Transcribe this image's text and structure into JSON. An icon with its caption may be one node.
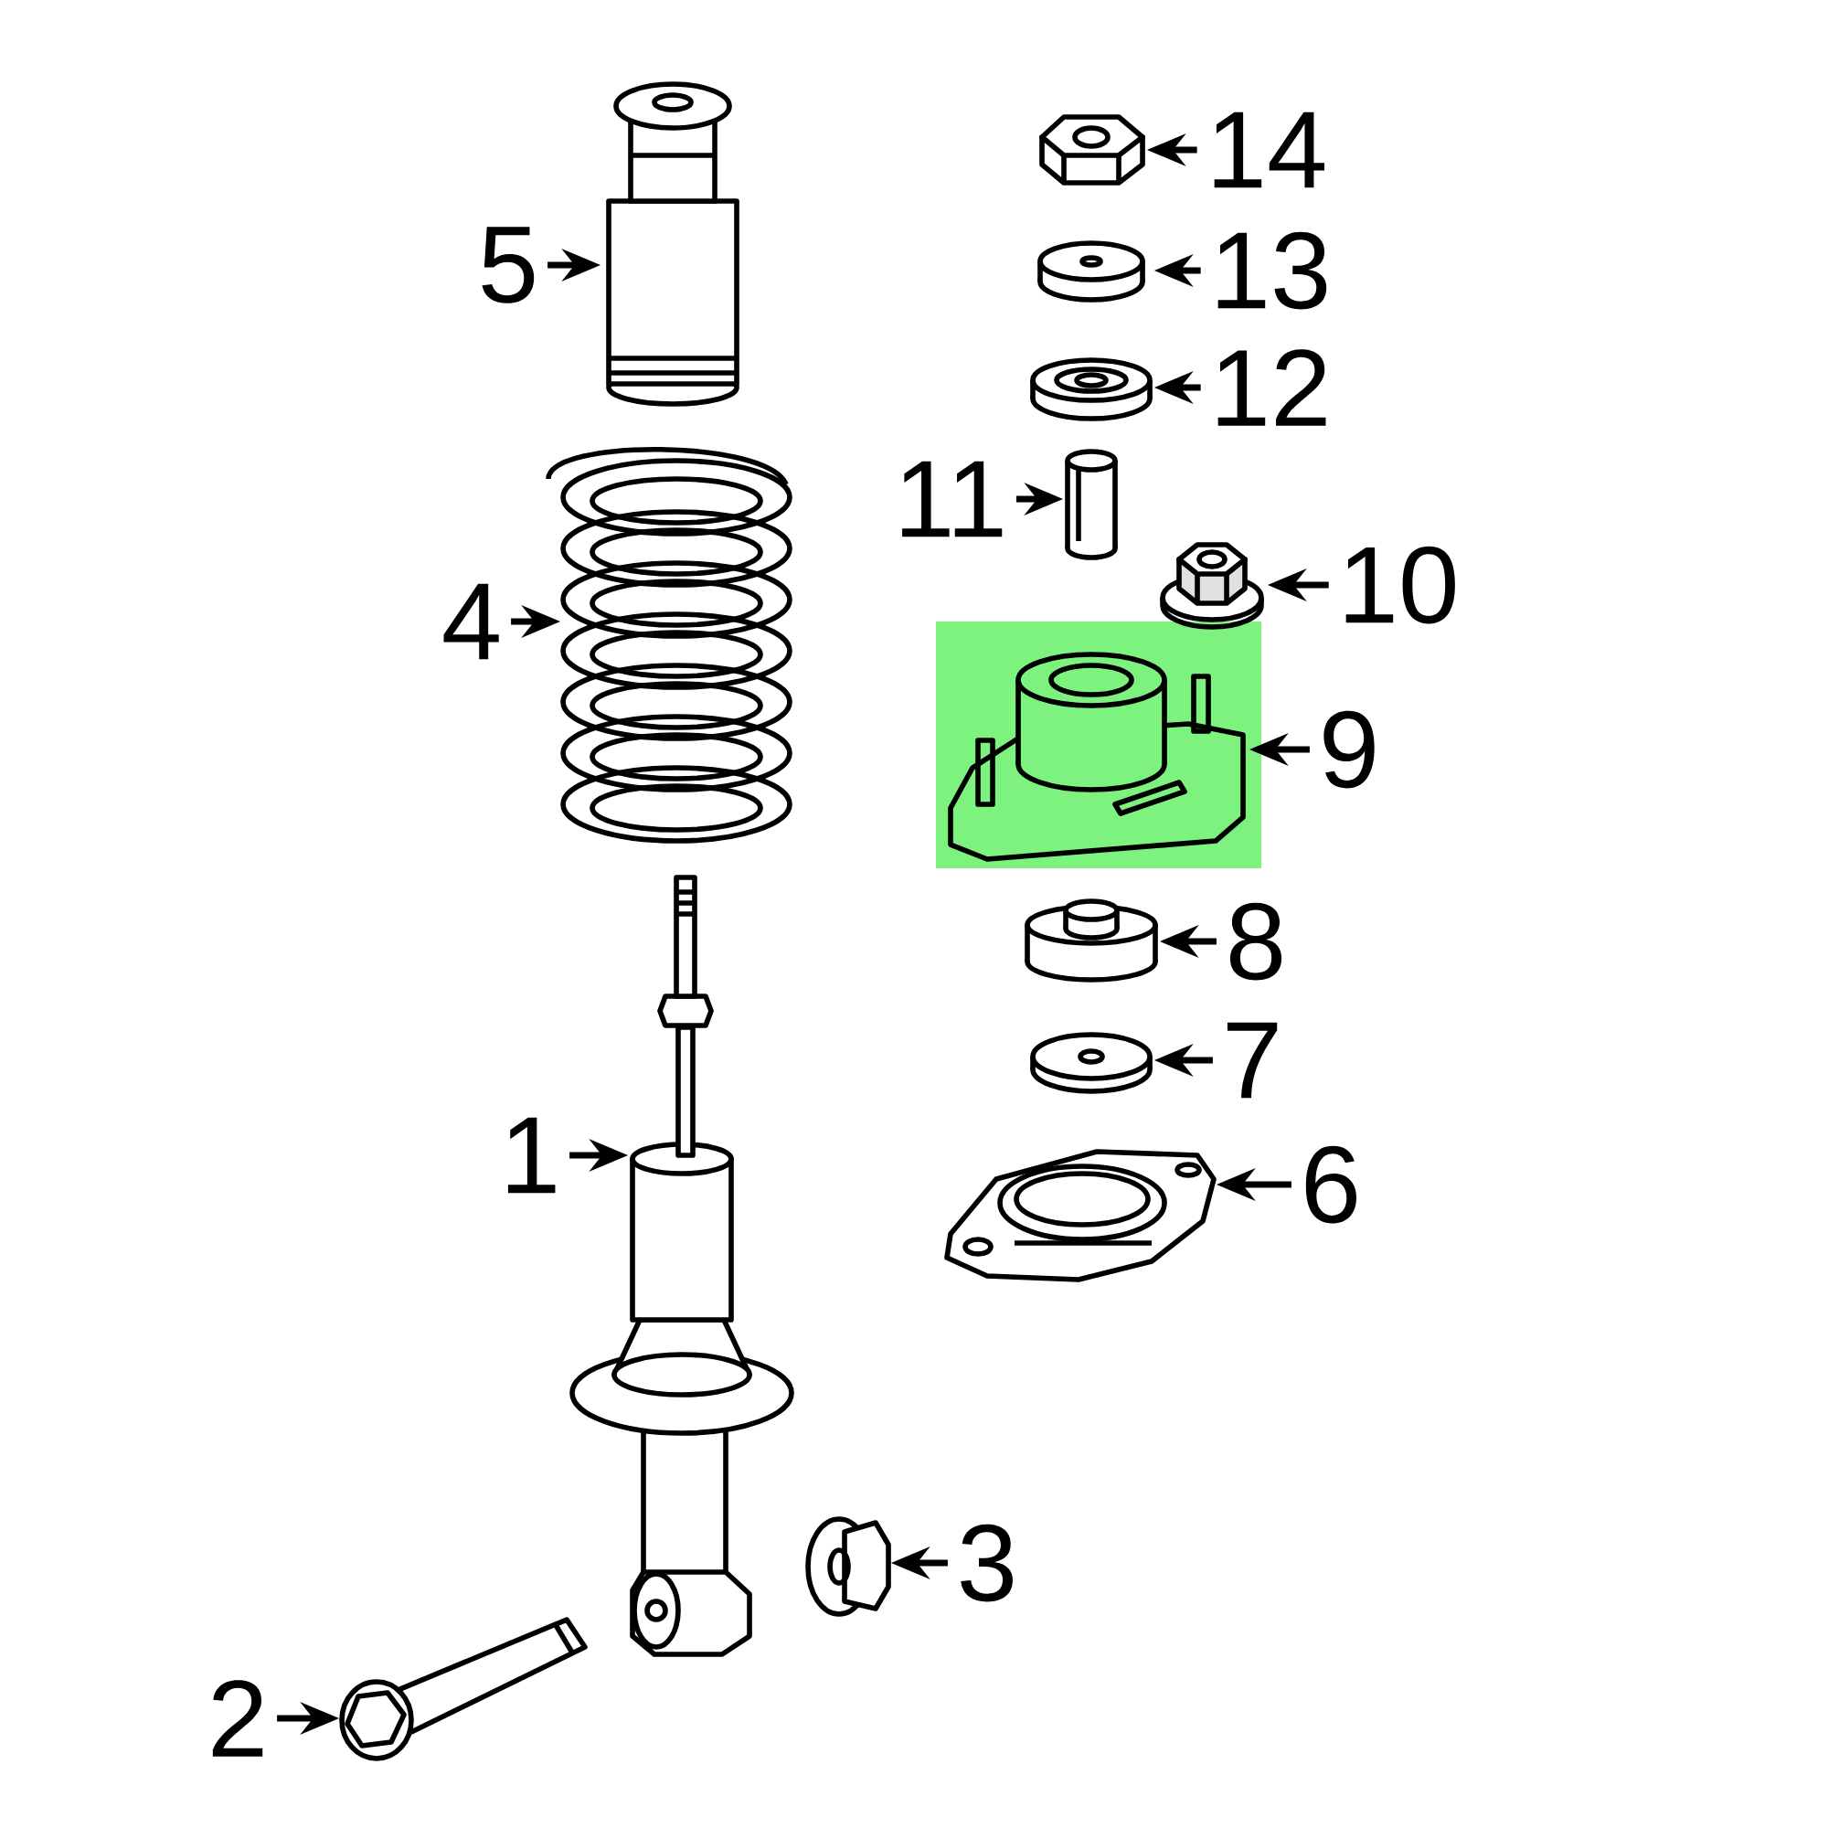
{
  "diagram": {
    "nodes": [
      {
        "text": [
          "1"
        ]
      },
      {
        "text": [
          "2"
        ]
      },
      {
        "text": [
          "3"
        ]
      },
      {
        "text": [
          "4"
        ]
      },
      {
        "text": [
          "5"
        ]
      },
      {
        "text": [
          "6"
        ]
      },
      {
        "text": [
          "7"
        ]
      },
      {
        "text": [
          "8"
        ]
      },
      {
        "text": [
          "9"
        ]
      },
      {
        "text": [
          "10"
        ]
      },
      {
        "text": [
          "11"
        ]
      },
      {
        "text": [
          "12"
        ]
      },
      {
        "text": [
          "13"
        ]
      },
      {
        "text": [
          "14"
        ]
      },
      {
        "text": [],
        "shape": "picture"
      },
      {
        "text": [],
        "shape": "picture"
      },
      {
        "text": [],
        "shape": "picture"
      },
      {
        "text": [],
        "shape": "picture"
      },
      {
        "text": [],
        "shape": "picture"
      },
      {
        "text": [],
        "shape": "picture"
      },
      {
        "text": [],
        "shape": "picture"
      },
      {
        "text": [],
        "shape": "picture"
      },
      {
        "text": [],
        "shape": "picture"
      },
      {
        "text": [],
        "shape": "picture"
      },
      {
        "text": [],
        "shape": "picture"
      },
      {
        "text": [],
        "shape": "picture"
      },
      {
        "text": [],
        "shape": "picture"
      },
      {
        "text": [],
        "shape": "picture"
      }
    ],
    "edges": [
      {
        "from": 0,
        "to": 14,
        "arrow": "to"
      },
      {
        "from": 1,
        "to": 15,
        "arrow": "to"
      },
      {
        "from": 2,
        "to": 16,
        "arrow": "to"
      },
      {
        "from": 3,
        "to": 17,
        "arrow": "to"
      },
      {
        "from": 4,
        "to": 18,
        "arrow": "to"
      },
      {
        "from": 5,
        "to": 19,
        "arrow": "to"
      },
      {
        "from": 6,
        "to": 20,
        "arrow": "to"
      },
      {
        "from": 7,
        "to": 21,
        "arrow": "to"
      },
      {
        "from": 8,
        "to": 22,
        "arrow": "to"
      },
      {
        "from": 9,
        "to": 23,
        "arrow": "to"
      },
      {
        "from": 10,
        "to": 24,
        "arrow": "to"
      },
      {
        "from": 11,
        "to": 25,
        "arrow": "to"
      },
      {
        "from": 12,
        "to": 26,
        "arrow": "to"
      },
      {
        "from": 13,
        "to": 27,
        "arrow": "to"
      }
    ]
  }
}
